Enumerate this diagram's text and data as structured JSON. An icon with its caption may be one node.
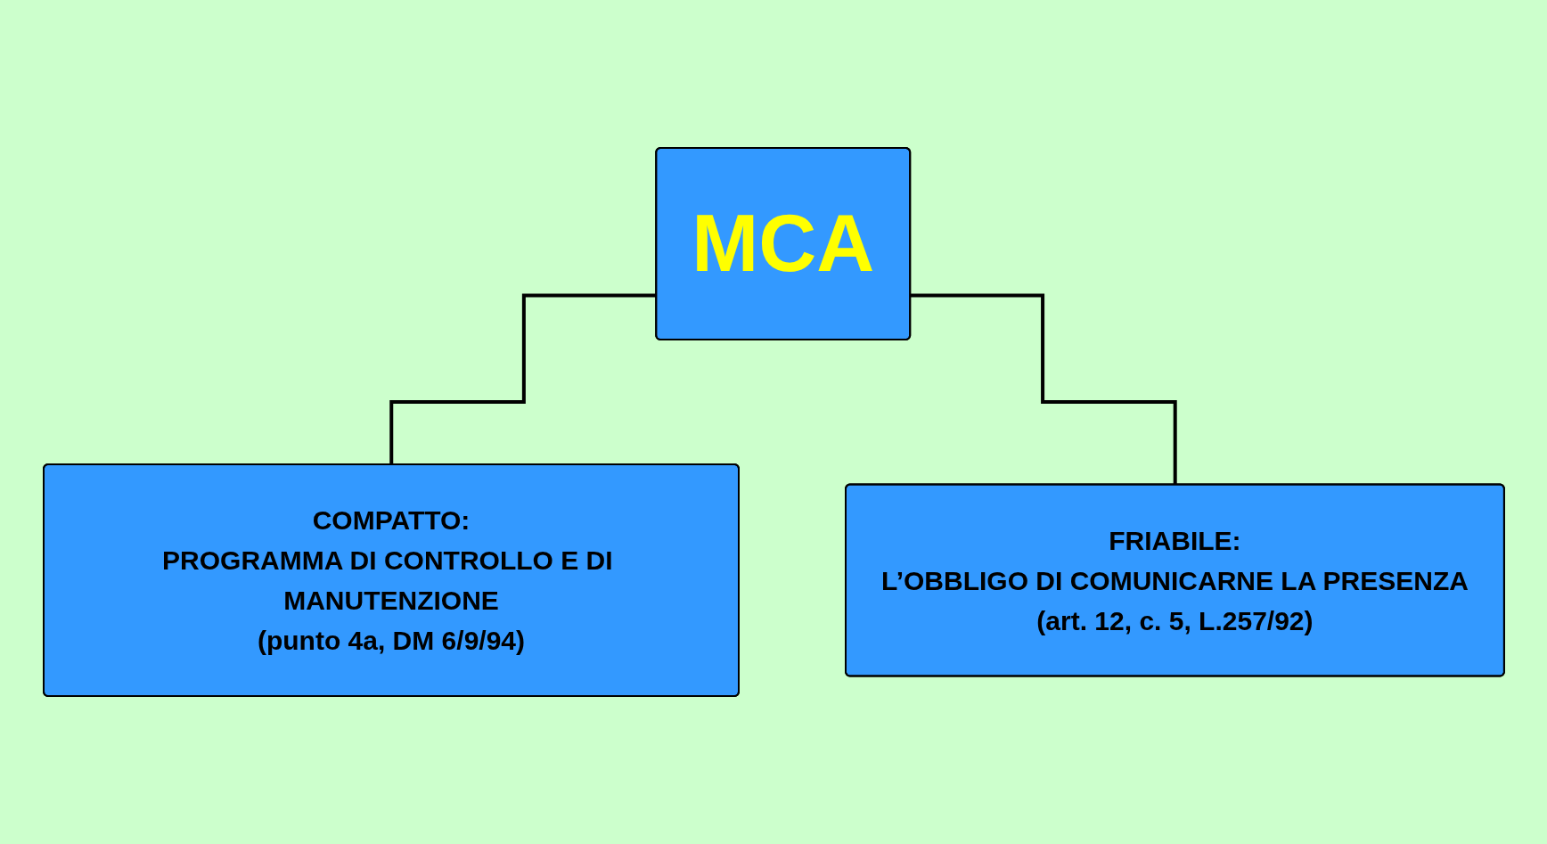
{
  "diagram": {
    "nodes": [
      {
        "text": [
          "MCA"
        ]
      },
      {
        "text": [
          "COMPATTO:",
          "PROGRAMMA DI CONTROLLO E DI MANUTENZIONE",
          "(punto 4a, DM 6/9/94)"
        ]
      },
      {
        "text": [
          "FRIABILE:",
          "L’OBBLIGO DI COMUNICARNE LA PRESENZA",
          "(art. 12, c. 5, L.257/92)"
        ]
      }
    ],
    "edges": [
      {
        "from": 0,
        "to": 1,
        "arrow": "none"
      },
      {
        "from": 0,
        "to": 2,
        "arrow": "none"
      }
    ]
  }
}
